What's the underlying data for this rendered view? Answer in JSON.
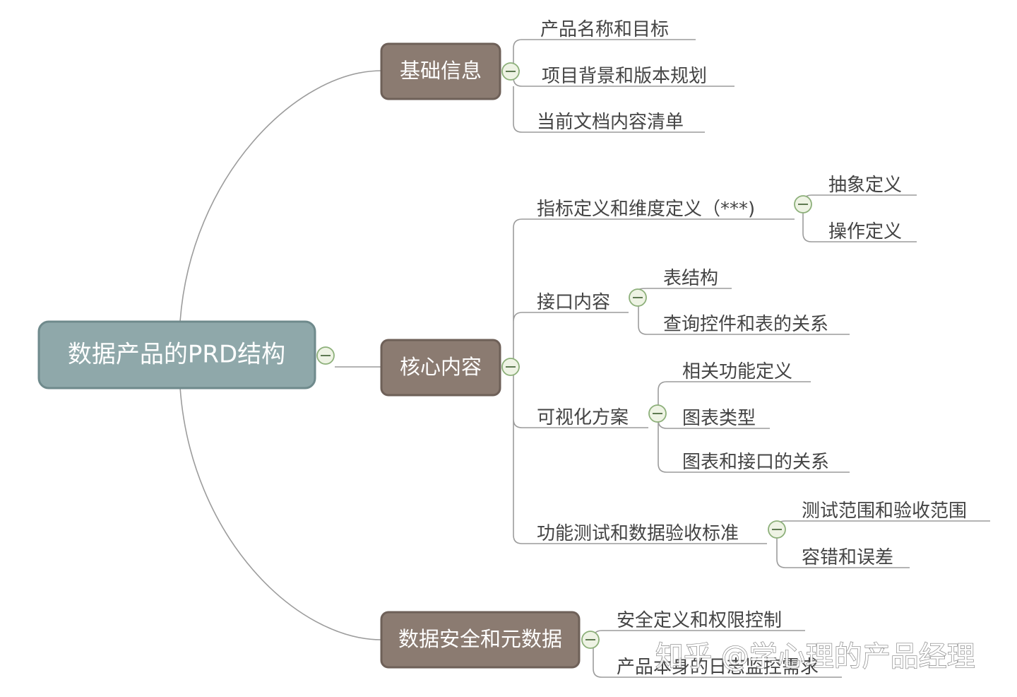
{
  "root": {
    "label": "数据产品的PRD结构",
    "color": "#8fa8aa"
  },
  "branch_color": "#8b7b71",
  "branches": [
    {
      "label": "基础信息",
      "children": [
        {
          "label": "产品名称和目标"
        },
        {
          "label": "项目背景和版本规划"
        },
        {
          "label": "当前文档内容清单"
        }
      ]
    },
    {
      "label": "核心内容",
      "children": [
        {
          "label": "指标定义和维度定义（***)",
          "children": [
            {
              "label": "抽象定义"
            },
            {
              "label": "操作定义"
            }
          ]
        },
        {
          "label": "接口内容",
          "children": [
            {
              "label": "表结构"
            },
            {
              "label": "查询控件和表的关系"
            }
          ]
        },
        {
          "label": "可视化方案",
          "children": [
            {
              "label": "相关功能定义"
            },
            {
              "label": "图表类型"
            },
            {
              "label": "图表和接口的关系"
            }
          ]
        },
        {
          "label": "功能测试和数据验收标准",
          "children": [
            {
              "label": "测试范围和验收范围"
            },
            {
              "label": "容错和误差"
            }
          ]
        }
      ]
    },
    {
      "label": "数据安全和元数据",
      "children": [
        {
          "label": "安全定义和权限控制"
        },
        {
          "label": "产品本身的日志监控需求"
        }
      ]
    }
  ],
  "watermark": "知乎 @学心理的产品经理"
}
